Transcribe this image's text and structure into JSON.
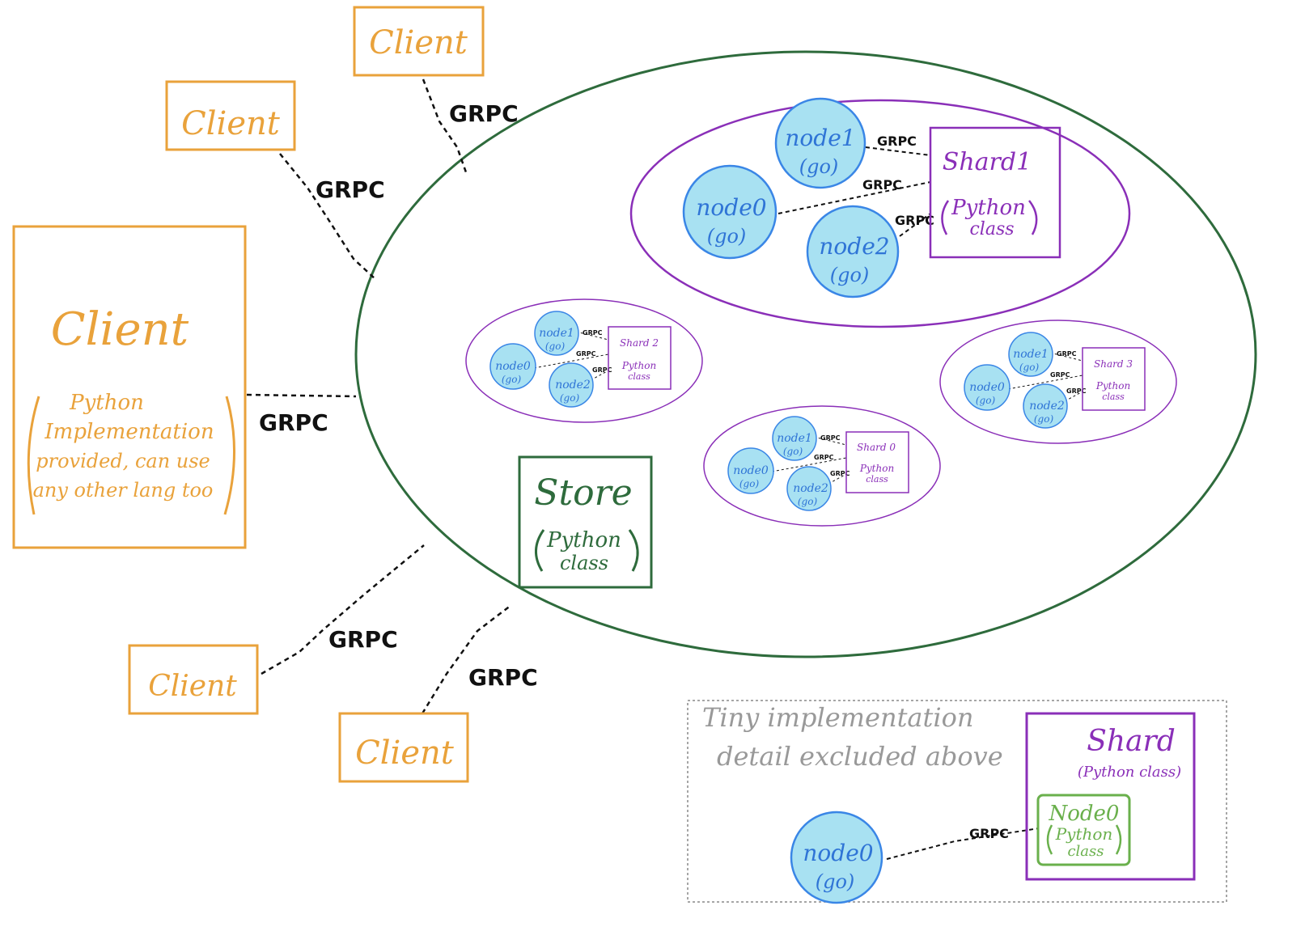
{
  "colors": {
    "client": "#e9a23b",
    "store": "#2e6b3c",
    "shard": "#8a2fb8",
    "node_fill": "#a8e1f2",
    "node_stroke": "#3a86e6",
    "node_text": "#2f74d6",
    "edge": "#111111",
    "note_text": "#999999",
    "nodeobj": "#6ab04c"
  },
  "clients": {
    "client_top": "Client",
    "client_upper_left": "Client",
    "client_bottom_left": "Client",
    "client_bottom": "Client",
    "client_main_title": "Client",
    "client_main_desc_1": "Python",
    "client_main_desc_2": "Implementation",
    "client_main_desc_3": "provided, can use",
    "client_main_desc_4": "any other lang too"
  },
  "edges": {
    "grpc": "GRPC"
  },
  "store": {
    "title": "Store",
    "sub_1": "Python",
    "sub_2": "class"
  },
  "shards": {
    "shard1": "Shard1",
    "shard2": "Shard 2",
    "shard3": "Shard 3",
    "shard0": "Shard 0",
    "python": "Python",
    "class": "class"
  },
  "nodes": {
    "node0": "node0",
    "node1": "node1",
    "node2": "node2",
    "go": "(go)"
  },
  "note": {
    "line1": "Tiny implementation",
    "line2": "detail excluded above",
    "shard_title": "Shard",
    "shard_sub": "(Python class)",
    "nodeobj_1": "Node0",
    "nodeobj_2": "Python",
    "nodeobj_3": "class",
    "node0": "node0",
    "go": "(go)",
    "grpc": "GRPC"
  }
}
